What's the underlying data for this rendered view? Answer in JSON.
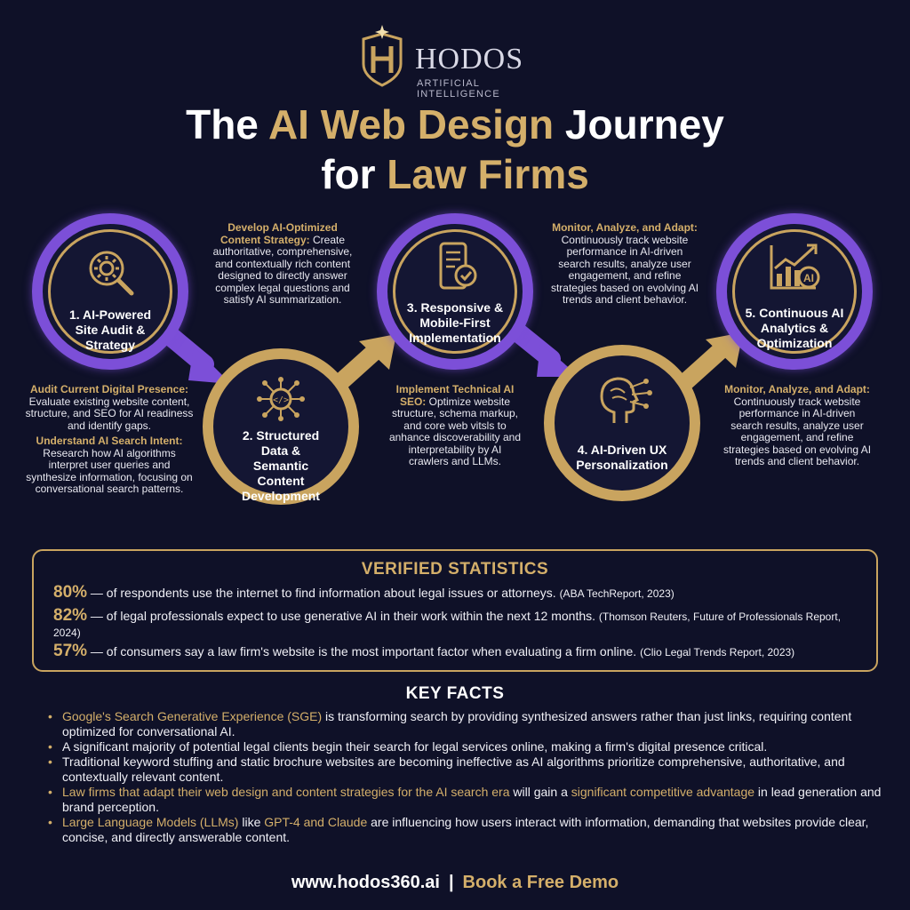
{
  "brand": {
    "name": "HODOS",
    "subtitle": "ARTIFICIAL INTELLIGENCE"
  },
  "title": {
    "line1_a": "The ",
    "line1_b": "AI Web Design",
    "line1_c": " Journey",
    "line2_a": "for ",
    "line2_b": "Law Firms"
  },
  "steps": [
    {
      "label": "1. AI-Powered Site Audit & Strategy",
      "icon": "gear-magnifier-icon",
      "desc_blocks": [
        {
          "lead": "Audit Current Digital Presence:",
          "text": " Evaluate existing website content, structure, and SEO for AI readiness and identify gaps."
        },
        {
          "lead": "Understand AI Search Intent:",
          "text": " Research how AI algorithms interpret user queries and synthesize information, focusing on conversational search patterns."
        }
      ]
    },
    {
      "label": "2. Structured Data & Semantic Content Development",
      "icon": "code-network-icon",
      "desc_blocks": [
        {
          "lead": "Develop AI-Optimized Content Strategy:",
          "text": " Create authoritative, comprehensive, and contextually rich content designed to directly answer complex legal questions and satisfy AI summarization."
        }
      ]
    },
    {
      "label": "3. Responsive & Mobile-First Implementation",
      "icon": "mobile-check-icon",
      "desc_blocks": [
        {
          "lead": "Implement Technical AI SEO:",
          "text": " Optimize website structure, schema markup, and core web vitsls to anhance discoverability and interpretability by AI crawlers and LLMs."
        }
      ]
    },
    {
      "label": "4. AI-Driven UX Personalization",
      "icon": "ai-head-icon",
      "desc_blocks": [
        {
          "lead": "Monitor, Analyze, and Adapt:",
          "text": " Continuously track website performance in AI-driven search results, analyze user engagement, and refine strategies based on evolving AI trends and client behavior."
        }
      ]
    },
    {
      "label": "5. Continuous AI Analytics & Optimization",
      "icon": "ai-chart-icon",
      "desc_blocks": [
        {
          "lead": "Monitor, Analyze, and Adapt:",
          "text": " Continuously track website performance in AI-driven search results, analyze user engagement, and refine strategies based on evolving AI trends and client behavior."
        }
      ]
    }
  ],
  "stats": {
    "title": "VERIFIED STATISTICS",
    "rows": [
      {
        "pct": "80%",
        "text": " — of respondents use the internet to find information about legal issues or attorneys. ",
        "src": "(ABA TechReport, 2023)"
      },
      {
        "pct": "82%",
        "text": " — of legal professionals expect to use generative AI in their work within the next 12 months. ",
        "src": "(Thomson Reuters, Future of Professionals Report, 2024)"
      },
      {
        "pct": "57%",
        "text": " — of consumers say a law firm's website is the most important factor when evaluating a firm online. ",
        "src": "(Clio Legal Trends Report, 2023)"
      }
    ]
  },
  "facts": {
    "title": "KEY FACTS",
    "items": [
      [
        {
          "hl": true,
          "t": "Google's Search Generative Experience (SGE)"
        },
        {
          "hl": false,
          "t": " is transforming search by providing synthesized answers rather than just links, requiring content optimized for conversational AI."
        }
      ],
      [
        {
          "hl": false,
          "t": "A significant majority of potential legal clients begin their search for legal services online, making a firm's digital presence critical."
        }
      ],
      [
        {
          "hl": false,
          "t": "Traditional keyword stuffing and static brochure websites are becoming ineffective as AI algorithms prioritize comprehensive, authoritative, and contextually relevant content."
        }
      ],
      [
        {
          "hl": true,
          "t": "Law firms that adapt their web design and content strategies for the AI search era"
        },
        {
          "hl": false,
          "t": " will gain a "
        },
        {
          "hl": true,
          "t": "significant competitive advantage"
        },
        {
          "hl": false,
          "t": " in lead generation and brand perception."
        }
      ],
      [
        {
          "hl": true,
          "t": "Large Language Models (LLMs)"
        },
        {
          "hl": false,
          "t": " like "
        },
        {
          "hl": true,
          "t": "GPT-4 and Claude"
        },
        {
          "hl": false,
          "t": " are influencing how users interact with information, demanding that websites provide clear, concise, and directly answerable content."
        }
      ]
    ]
  },
  "footer": {
    "url": "www.hodos360.ai",
    "separator": "|",
    "cta": "Book a Free Demo"
  },
  "colors": {
    "background": "#0f1128",
    "gold": "#d4af6a",
    "purple": "#7c4fd8"
  }
}
